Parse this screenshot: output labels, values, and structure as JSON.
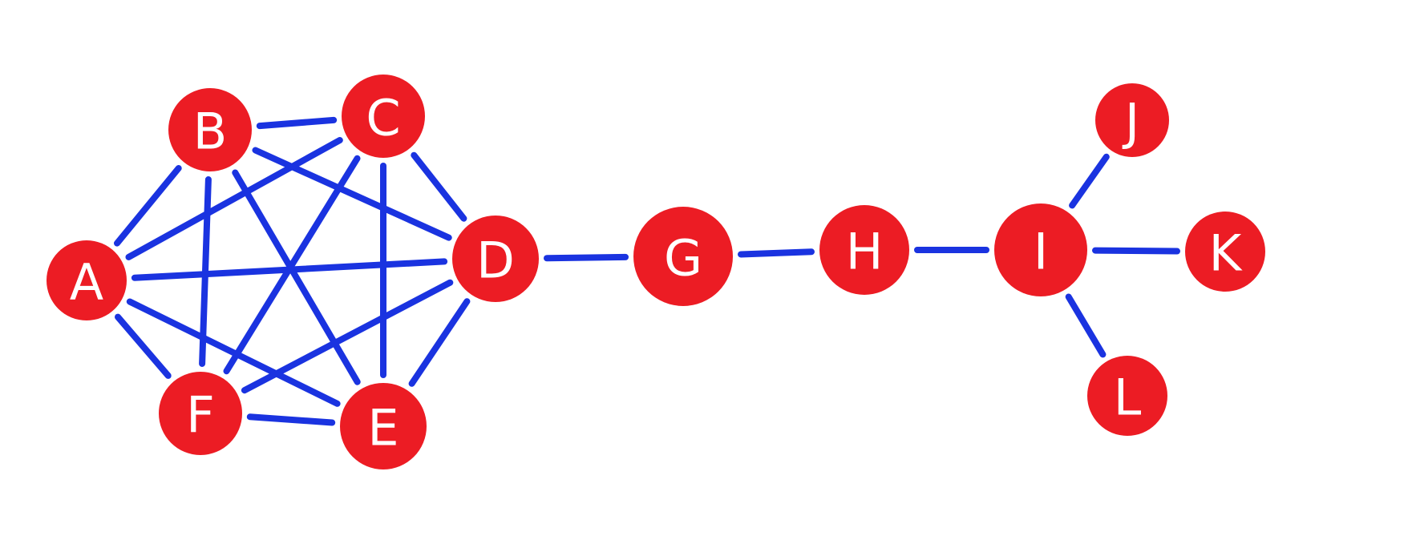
{
  "colors": {
    "node_fill": "#ec1c24",
    "edge_stroke": "#1a33e0",
    "label_color": "#ffffff",
    "background": "#ffffff"
  },
  "nodes": [
    {
      "id": "A",
      "label": "A"
    },
    {
      "id": "B",
      "label": "B"
    },
    {
      "id": "C",
      "label": "C"
    },
    {
      "id": "D",
      "label": "D"
    },
    {
      "id": "E",
      "label": "E"
    },
    {
      "id": "F",
      "label": "F"
    },
    {
      "id": "G",
      "label": "G"
    },
    {
      "id": "H",
      "label": "H"
    },
    {
      "id": "I",
      "label": "I"
    },
    {
      "id": "J",
      "label": "J"
    },
    {
      "id": "K",
      "label": "K"
    },
    {
      "id": "L",
      "label": "L"
    }
  ],
  "edges": [
    [
      "A",
      "B"
    ],
    [
      "A",
      "C"
    ],
    [
      "A",
      "D"
    ],
    [
      "A",
      "E"
    ],
    [
      "A",
      "F"
    ],
    [
      "B",
      "C"
    ],
    [
      "B",
      "D"
    ],
    [
      "B",
      "E"
    ],
    [
      "B",
      "F"
    ],
    [
      "C",
      "D"
    ],
    [
      "C",
      "E"
    ],
    [
      "C",
      "F"
    ],
    [
      "D",
      "E"
    ],
    [
      "D",
      "F"
    ],
    [
      "E",
      "F"
    ],
    [
      "D",
      "G"
    ],
    [
      "G",
      "H"
    ],
    [
      "H",
      "I"
    ],
    [
      "I",
      "J"
    ],
    [
      "I",
      "K"
    ],
    [
      "I",
      "L"
    ]
  ]
}
